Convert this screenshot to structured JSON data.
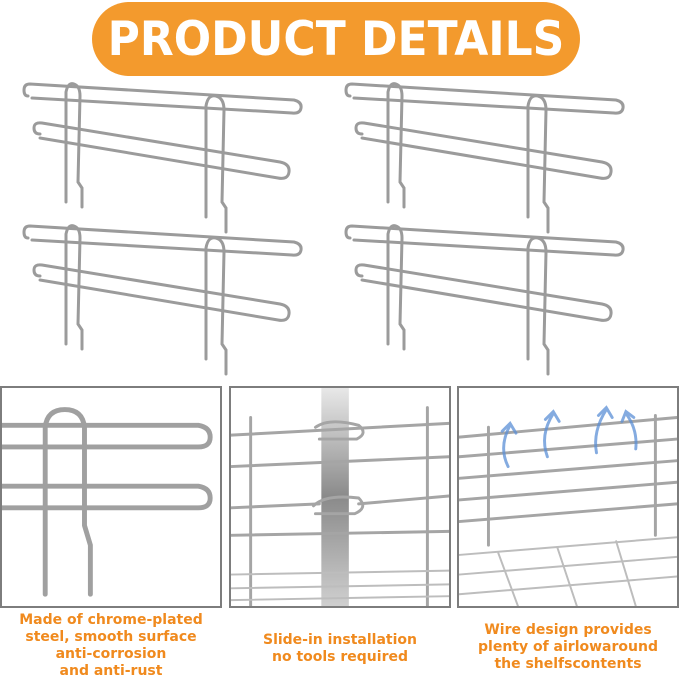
{
  "banner": {
    "title": "PRODUCT DETAILS",
    "color": "#f39a2d"
  },
  "product_images": [
    {
      "name": "shelf-liner-1"
    },
    {
      "name": "shelf-liner-2"
    },
    {
      "name": "shelf-liner-3"
    },
    {
      "name": "shelf-liner-4"
    }
  ],
  "features": [
    {
      "lines": [
        "Made of chrome-plated",
        "steel, smooth surface",
        "anti-corrosion",
        "and anti-rust"
      ]
    },
    {
      "lines": [
        "Slide-in installation",
        "no tools required"
      ]
    },
    {
      "lines": [
        "Wire design provides",
        "plenty of airlowaround",
        "the shelfscontents"
      ]
    }
  ],
  "caption_color": "#f08a1e"
}
